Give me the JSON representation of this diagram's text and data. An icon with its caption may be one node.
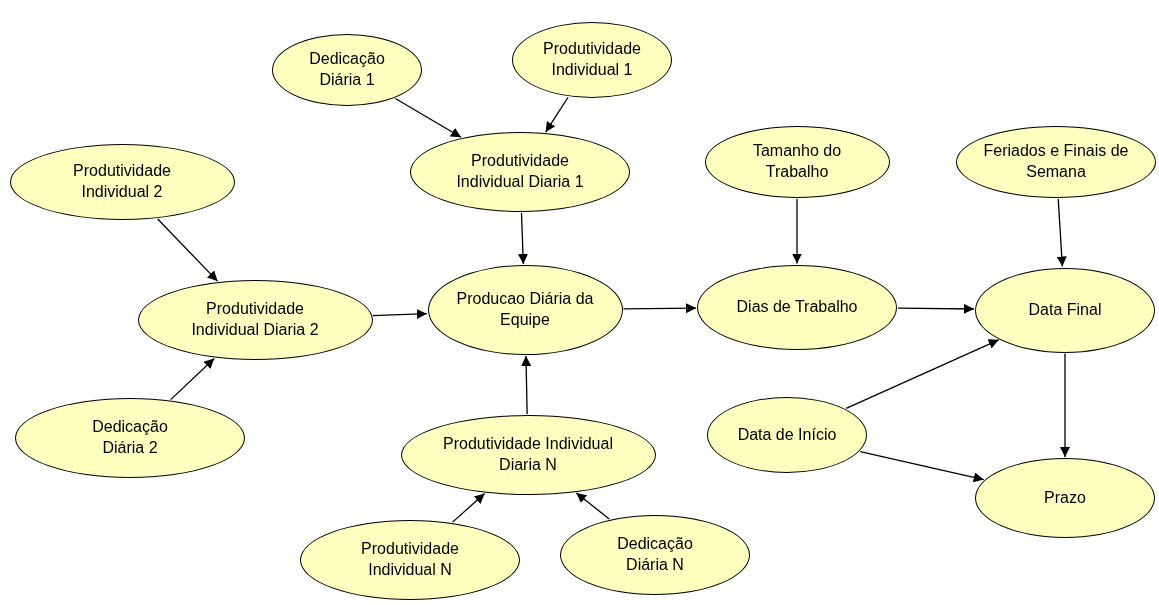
{
  "diagram": {
    "nodes": [
      {
        "text": [
          "Dedicação Diária 1"
        ]
      },
      {
        "text": [
          "Produtividade Individual 1"
        ]
      },
      {
        "text": [
          "Produtividade Individual 2"
        ]
      },
      {
        "text": [
          "Produtividade Individual Diaria 1"
        ]
      },
      {
        "text": [
          "Tamanho do Trabalho"
        ]
      },
      {
        "text": [
          "Feriados e Finais de Semana"
        ]
      },
      {
        "text": [
          "Produtividade Individual Diaria 2"
        ]
      },
      {
        "text": [
          "Producao Diária da Equipe"
        ]
      },
      {
        "text": [
          "Dias de Trabalho"
        ]
      },
      {
        "text": [
          "Data Final"
        ]
      },
      {
        "text": [
          "Dedicação Diária 2"
        ]
      },
      {
        "text": [
          "Produtividade Individual Diaria N"
        ]
      },
      {
        "text": [
          "Data de Início"
        ]
      },
      {
        "text": [
          "Prazo"
        ]
      },
      {
        "text": [
          "Produtividade Individual N"
        ]
      },
      {
        "text": [
          "Dedicação Diária N"
        ]
      }
    ],
    "edges": [
      {
        "from": 0,
        "to": 3,
        "arrow": "to"
      },
      {
        "from": 1,
        "to": 3,
        "arrow": "to"
      },
      {
        "from": 2,
        "to": 6,
        "arrow": "to"
      },
      {
        "from": 10,
        "to": 6,
        "arrow": "to"
      },
      {
        "from": 3,
        "to": 7,
        "arrow": "to"
      },
      {
        "from": 6,
        "to": 7,
        "arrow": "to"
      },
      {
        "from": 11,
        "to": 7,
        "arrow": "to"
      },
      {
        "from": 14,
        "to": 11,
        "arrow": "to"
      },
      {
        "from": 15,
        "to": 11,
        "arrow": "to"
      },
      {
        "from": 7,
        "to": 8,
        "arrow": "to"
      },
      {
        "from": 4,
        "to": 8,
        "arrow": "to"
      },
      {
        "from": 8,
        "to": 9,
        "arrow": "to"
      },
      {
        "from": 5,
        "to": 9,
        "arrow": "to"
      },
      {
        "from": 12,
        "to": 9,
        "arrow": "to"
      },
      {
        "from": 12,
        "to": 13,
        "arrow": "to"
      },
      {
        "from": 9,
        "to": 13,
        "arrow": "to"
      }
    ]
  }
}
